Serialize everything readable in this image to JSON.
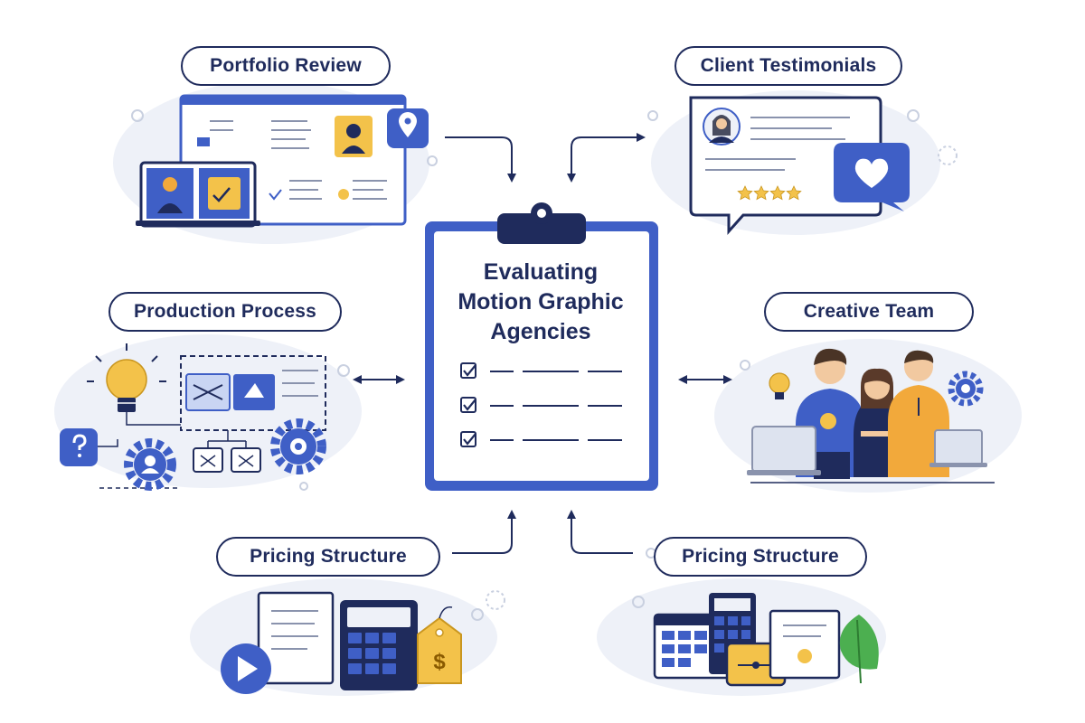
{
  "center": {
    "title_lines": [
      "Evaluating",
      "Motion Graphic",
      "Agencies"
    ],
    "checklist_count": 3
  },
  "labels": {
    "portfolio_review": "Portfolio Review",
    "client_testimonials": "Client Testimonials",
    "production_process": "Production Process",
    "creative_team": "Creative Team",
    "pricing_structure_left": "Pricing Structure",
    "pricing_structure_right": "Pricing Structure"
  },
  "colors": {
    "navy": "#1f2b5c",
    "blue": "#3f5fc6",
    "light_blue": "#e8eefb",
    "yellow": "#f3c24a",
    "orange": "#f2a93b",
    "green": "#4caf50",
    "haze": "#eef1f8"
  },
  "icons": [
    "clipboard-icon",
    "location-pin-icon",
    "heart-chat-icon",
    "star-rating-icon",
    "lightbulb-icon",
    "gear-icon",
    "question-icon",
    "play-icon",
    "calculator-icon",
    "price-tag-icon",
    "calendar-icon",
    "wallet-icon",
    "leaf-icon",
    "laptop-icon"
  ]
}
